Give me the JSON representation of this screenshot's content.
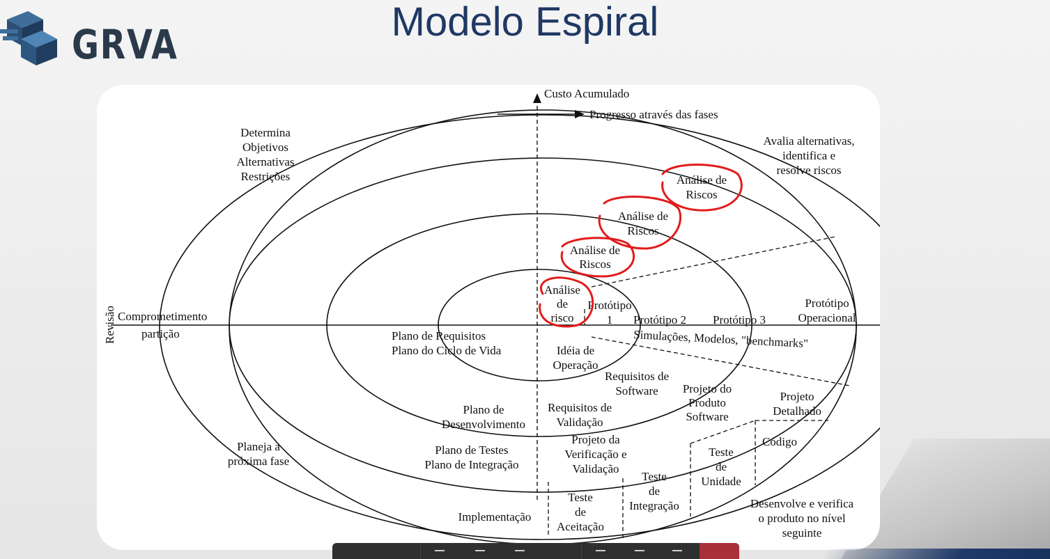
{
  "brand": {
    "name": "GRVA",
    "color": "#2b3a4a"
  },
  "title": "Modelo Espiral",
  "title_color": "#1f3864",
  "annotation_color": "#e21b1b",
  "diagram": {
    "axis_top": "Custo Acumulado",
    "arrow_progress": "Progresso através das fases",
    "side_label": "Revisão",
    "quadrant_tl": [
      "Determina",
      "Objetivos",
      "Alternativas",
      "Restrições"
    ],
    "quadrant_tr": [
      "Avalia alternativas,",
      "identifica e",
      "resolve riscos"
    ],
    "quadrant_bl": [
      "Planeja a",
      "próxima fase"
    ],
    "quadrant_br": [
      "Desenvolve e verifica",
      "o produto no nível",
      "seguinte"
    ],
    "compromise": [
      "Comprometimento",
      "partição"
    ],
    "risk_analysis": {
      "r1": [
        "Análise",
        "de",
        "risco"
      ],
      "r2": [
        "Análise de",
        "Riscos"
      ],
      "r3": [
        "Análise de",
        "Riscos"
      ],
      "r4": [
        "Análise de",
        "Riscos"
      ]
    },
    "prototypes": {
      "p1": [
        "Protótipo",
        "1"
      ],
      "p2": "Protótipo 2",
      "p3": "Protótipo 3",
      "op": [
        "Protótipo",
        "Operacional"
      ]
    },
    "simulations": "Simulações, Modelos, \"benchmarks\"",
    "plans": {
      "requirements": [
        "Plano de Requisitos",
        "Plano do Ciclo de Vida"
      ],
      "development": [
        "Plano de",
        "Desenvolvimento"
      ],
      "tests": [
        "Plano de Testes",
        "Plano de Integração"
      ]
    },
    "operation_idea": [
      "Idéia de",
      "Operação"
    ],
    "software_requirements": [
      "Requisitos de",
      "Software"
    ],
    "validation_requirements": [
      "Requisitos de",
      "Validação"
    ],
    "product_design": [
      "Projeto do",
      "Produto",
      "Software"
    ],
    "detailed_design": [
      "Projeto",
      "Detalhado"
    ],
    "code": "Código",
    "verification_design": [
      "Projeto da",
      "Verificação e",
      "Validação"
    ],
    "unit_test": [
      "Teste",
      "de",
      "Unidade"
    ],
    "integration_test": [
      "Teste",
      "de",
      "Integração"
    ],
    "acceptance_test": [
      "Teste",
      "de",
      "Aceitação"
    ],
    "implementation": "Implementação"
  }
}
